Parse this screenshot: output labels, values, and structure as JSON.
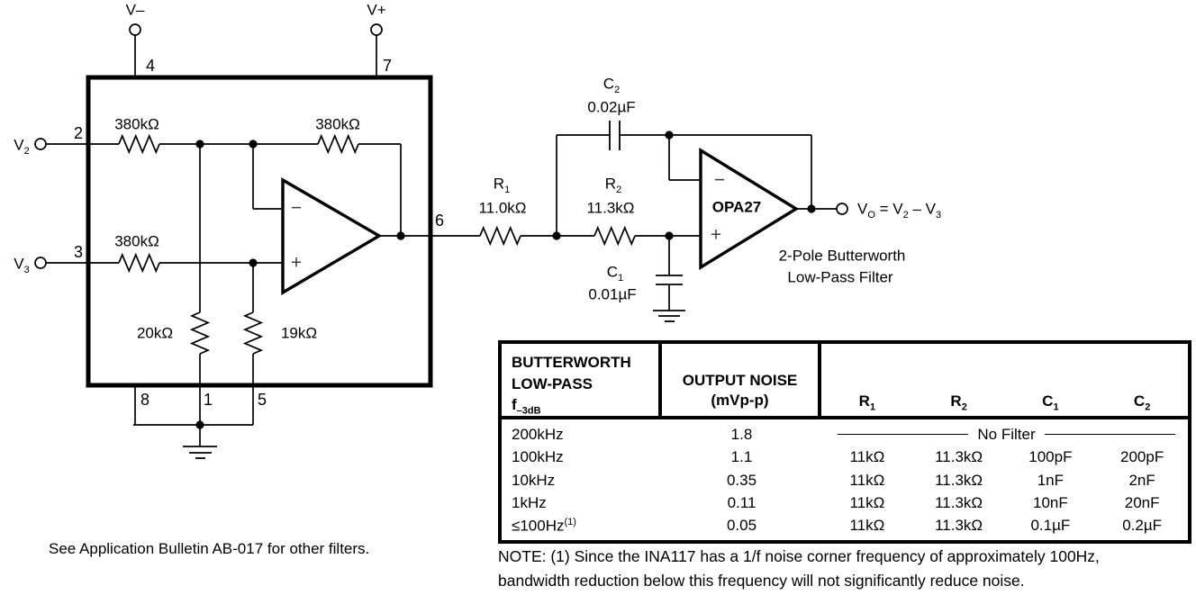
{
  "colors": {
    "ink": "#000000",
    "background": "#ffffff",
    "opamp_symbol_gray": "#3d3d3d"
  },
  "schematic": {
    "power": {
      "v_minus": "V–",
      "v_plus": "V+"
    },
    "pins": {
      "p1": "1",
      "p2": "2",
      "p3": "3",
      "p4": "4",
      "p5": "5",
      "p6": "6",
      "p7": "7",
      "p8": "8"
    },
    "inputs": {
      "v2_base": "V",
      "v2_sub": "2",
      "v3_base": "V",
      "v3_sub": "3"
    },
    "resistors": {
      "r_in_top": "380kΩ",
      "r_feedback": "380kΩ",
      "r_in_bottom": "380kΩ",
      "r_20k": "20kΩ",
      "r_19k": "19kΩ"
    },
    "opamp1": {
      "minus": "−",
      "plus": "+"
    },
    "filter": {
      "r1_base": "R",
      "r1_sub": "1",
      "r1_value": "11.0kΩ",
      "r2_base": "R",
      "r2_sub": "2",
      "r2_value": "11.3kΩ",
      "c1_base": "C",
      "c1_sub": "1",
      "c1_value": "0.01µF",
      "c2_base": "C",
      "c2_sub": "2",
      "c2_value": "0.02µF",
      "opamp_label": "OPA27",
      "minus": "−",
      "plus": "+",
      "caption_line1": "2-Pole Butterworth",
      "caption_line2": "Low-Pass Filter"
    },
    "output_equation": {
      "vo_base": "V",
      "vo_sub": "O",
      "eq_v2": " = V",
      "v2_sub": "2",
      "dash_v3": " – V",
      "v3_sub": "3"
    }
  },
  "table": {
    "header": {
      "col1_line1": "BUTTERWORTH",
      "col1_line2": "LOW-PASS",
      "col1_f_base": "f",
      "col1_f_sub": "–3dB",
      "col2_line1": "OUTPUT NOISE",
      "col2_line2": "(mVp-p)",
      "r1_base": "R",
      "r1_sub": "1",
      "r2_base": "R",
      "r2_sub": "2",
      "c1_base": "C",
      "c1_sub": "1",
      "c2_base": "C",
      "c2_sub": "2"
    },
    "no_filter_label": "No Filter",
    "rows": [
      {
        "f": "200kHz",
        "f_sup": "",
        "noise": "1.8",
        "r1": "",
        "r2": "",
        "c1": "",
        "c2": ""
      },
      {
        "f": "100kHz",
        "f_sup": "",
        "noise": "1.1",
        "r1": "11kΩ",
        "r2": "11.3kΩ",
        "c1": "100pF",
        "c2": "200pF"
      },
      {
        "f": "10kHz",
        "f_sup": "",
        "noise": "0.35",
        "r1": "11kΩ",
        "r2": "11.3kΩ",
        "c1": "1nF",
        "c2": "2nF"
      },
      {
        "f": "1kHz",
        "f_sup": "",
        "noise": "0.11",
        "r1": "11kΩ",
        "r2": "11.3kΩ",
        "c1": "10nF",
        "c2": "20nF"
      },
      {
        "f": "≤100Hz",
        "f_sup": "(1)",
        "noise": "0.05",
        "r1": "11kΩ",
        "r2": "11.3kΩ",
        "c1": "0.1µF",
        "c2": "0.2µF"
      }
    ]
  },
  "captions": {
    "see_bulletin": "See Application Bulletin AB-017 for other filters.",
    "note_line1": "NOTE: (1) Since the INA117 has a 1/f noise corner frequency of approximately 100Hz,",
    "note_line2": "bandwidth reduction below this frequency will not significantly reduce noise."
  }
}
